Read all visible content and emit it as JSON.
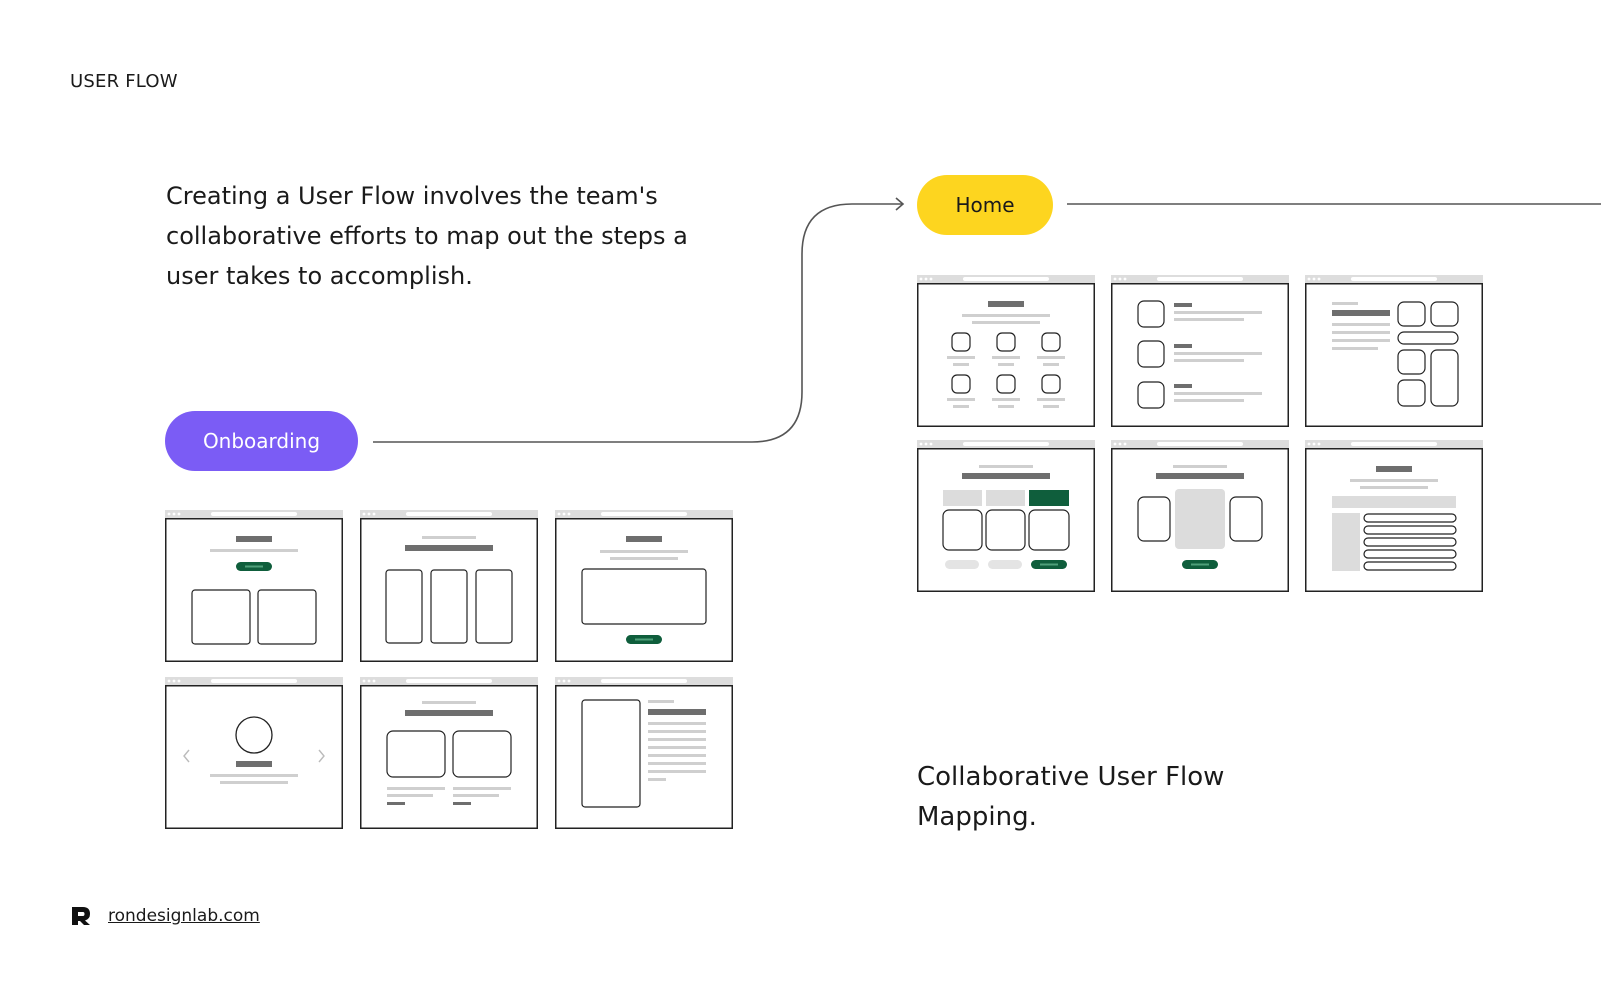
{
  "section_label": "USER FLOW",
  "intro_text": "Creating a User Flow involves the team's collaborative efforts to map out the steps a user takes to accomplish.",
  "flow": {
    "nodes": [
      {
        "id": "onboarding",
        "label": "Onboarding",
        "color": "#7b5cf5",
        "text_color": "#ffffff"
      },
      {
        "id": "home",
        "label": "Home",
        "color": "#fdd51f",
        "text_color": "#1a1a1a"
      }
    ],
    "edges": [
      {
        "from": "onboarding",
        "to": "home"
      }
    ],
    "wireframe_groups": [
      {
        "node": "onboarding",
        "screens": [
          "welcome",
          "three-columns",
          "form",
          "profile-carousel",
          "two-cards",
          "article"
        ]
      },
      {
        "node": "home",
        "screens": [
          "icon-grid",
          "feature-list",
          "sidebar-tiles",
          "pricing-tabs",
          "gallery",
          "data-list"
        ]
      }
    ]
  },
  "caption": "Collaborative User Flow Mapping.",
  "footer": {
    "logo": "rondesignlab-logo",
    "site": "rondesignlab.com"
  },
  "colors": {
    "accent_green": "#0f5e3c",
    "wire_gray": "#cfcfcf",
    "wire_dark": "#6e6e6e",
    "line": "#555555"
  }
}
